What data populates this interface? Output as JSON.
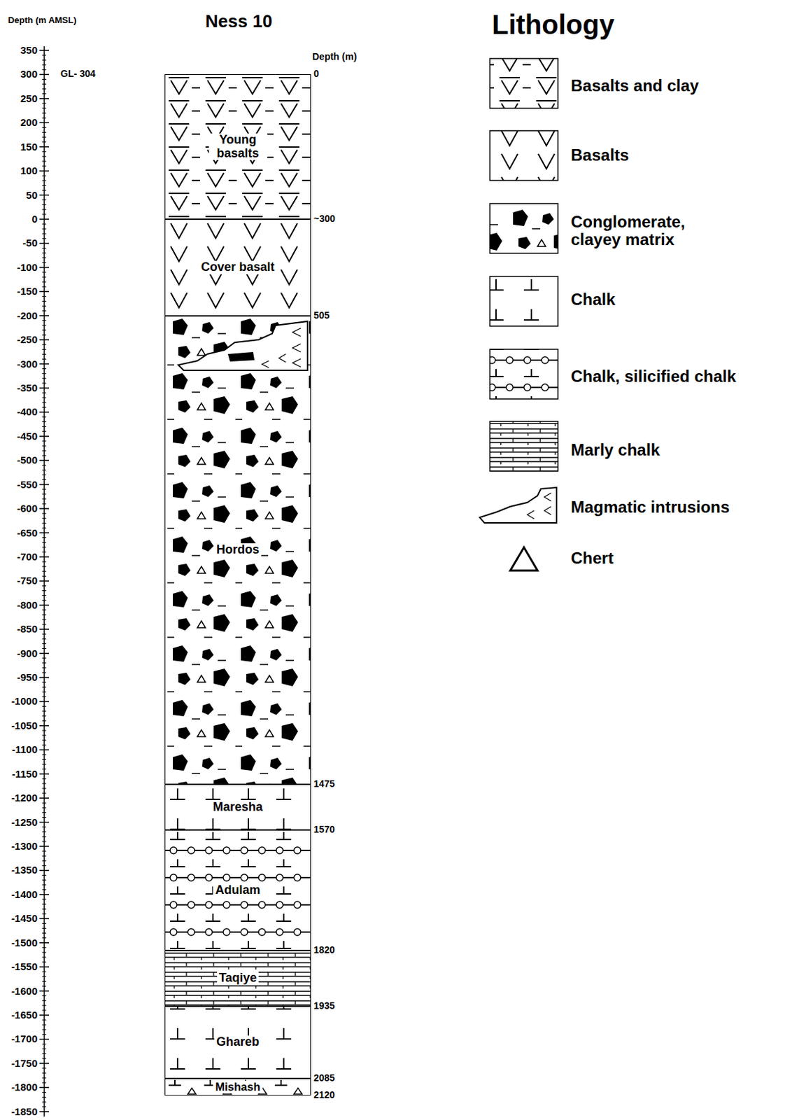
{
  "diagram": {
    "title": "Ness 10",
    "nodes": [
      {
        "text": [
          "Young basalts"
        ]
      },
      {
        "text": [
          "Cover basalt"
        ]
      },
      {
        "text": [
          "Hordos"
        ]
      },
      {
        "text": [
          "Maresha"
        ]
      },
      {
        "text": [
          "Adulam"
        ]
      },
      {
        "text": [
          "Taqiye"
        ]
      },
      {
        "text": [
          "Ghareb"
        ]
      },
      {
        "text": [
          "Mishash"
        ]
      }
    ],
    "labels": [
      "Depth (m AMSL)",
      "350",
      "300",
      "250",
      "200",
      "150",
      "100",
      "50",
      "0",
      "-50",
      "-100",
      "-150",
      "-200",
      "-250",
      "-300",
      "-350",
      "-400",
      "-450",
      "-500",
      "-550",
      "-600",
      "-650",
      "-700",
      "-750",
      "-800",
      "-850",
      "-900",
      "-950",
      "-1000",
      "-1050",
      "-1100",
      "-1150",
      "-1200",
      "-1250",
      "-1300",
      "-1350",
      "-1400",
      "-1450",
      "-1500",
      "-1550",
      "-1600",
      "-1650",
      "-1700",
      "-1750",
      "-1800",
      "-1850",
      "GL- 304",
      "Depth (m)",
      "0",
      "~300",
      "505",
      "1475",
      "1570",
      "1820",
      "1935",
      "2085",
      "2120",
      "Lithology"
    ],
    "legend": [
      {
        "text": "Basalts and clay"
      },
      {
        "text": "Basalts"
      },
      {
        "text": "Conglomerate, clayey matrix"
      },
      {
        "text": "Chalk"
      },
      {
        "text": "Chalk, silicified chalk"
      },
      {
        "text": "Marly chalk"
      },
      {
        "text": "Magmatic intrusions"
      },
      {
        "text": "Chert"
      }
    ]
  }
}
